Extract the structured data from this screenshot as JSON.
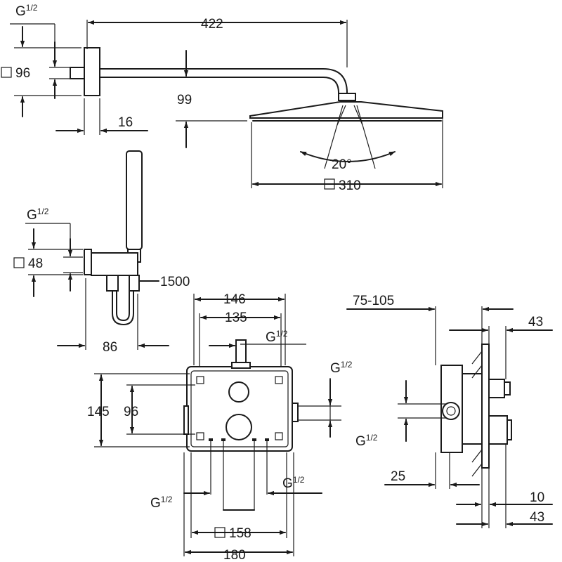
{
  "colors": {
    "line": "#1a1a1a",
    "background": "#ffffff"
  },
  "shower_head": {
    "thread": {
      "base": "G",
      "fraction": "1/2"
    },
    "flange_size": "96",
    "arm_length": "422",
    "drop_height": "99",
    "wall_offset": "16",
    "spray_angle": "20°",
    "head_size": "310"
  },
  "hand_shower": {
    "thread": {
      "base": "G",
      "fraction": "1/2"
    },
    "holder_size": "48",
    "hose_length": "1500",
    "projection": "86"
  },
  "valve_front": {
    "outer_width": "146",
    "inner_width": "135",
    "height": "145",
    "port_spacing_vertical": "96",
    "top_thread": {
      "base": "G",
      "fraction": "1/2"
    },
    "side_thread": {
      "base": "G",
      "fraction": "1/2"
    },
    "bottom_thread_left": {
      "base": "G",
      "fraction": "1/2"
    },
    "bottom_thread_right": {
      "base": "G",
      "fraction": "1/2"
    },
    "cover_size": "158",
    "total_width": "180"
  },
  "valve_side": {
    "depth_range": "75-105",
    "top_dim": "43",
    "thread": {
      "base": "G",
      "fraction": "1/2"
    },
    "bottom_offset": "25",
    "plate_thickness": "10",
    "bottom_dim": "43"
  }
}
